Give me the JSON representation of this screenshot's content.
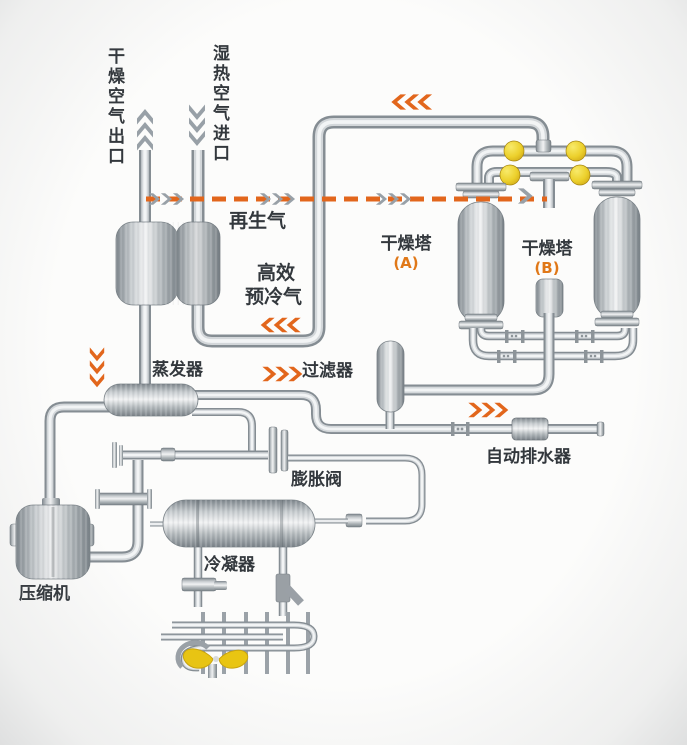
{
  "diagram": {
    "labels": {
      "dry_air_outlet": "干燥空气出口",
      "wet_air_inlet": "湿热空气进口",
      "regeneration_gas": "再生气",
      "precool_line1": "高效",
      "precool_line2": "预冷气",
      "tower_a_name": "干燥塔",
      "tower_a_tag": "(A)",
      "tower_b_name": "干燥塔",
      "tower_b_tag": "(B)",
      "evaporator": "蒸发器",
      "filter": "过滤器",
      "expansion_valve": "膨胀阀",
      "compressor": "压缩机",
      "condenser": "冷凝器",
      "auto_drain": "自动排水器"
    },
    "arrows": {
      "dry_air_flow": {
        "direction": "up",
        "color": "gray",
        "count": 3
      },
      "wet_air_flow": {
        "direction": "down",
        "color": "gray",
        "count": 3
      },
      "regeneration_flow": {
        "direction": "right",
        "color": "gray-on-orange-dashed-line",
        "count": 10
      },
      "tower_return_flow": {
        "direction": "left",
        "color": "orange",
        "count": 3
      },
      "precool_flow": {
        "direction": "left",
        "color": "orange",
        "count": 3
      },
      "evaporator_feed_flow": {
        "direction": "down",
        "color": "orange",
        "count": 3
      },
      "filter_feed_flow": {
        "direction": "right",
        "color": "orange",
        "count": 3
      },
      "drain_flow": {
        "direction": "right",
        "color": "orange",
        "count": 3
      }
    },
    "colors": {
      "accent_orange": "#e2661c",
      "tag_orange": "#e07818",
      "valve_yellow": "#ecd02c",
      "pipe_gray": "#858d93",
      "label_dark": "#33383d",
      "background": "#fcfcfb"
    }
  }
}
